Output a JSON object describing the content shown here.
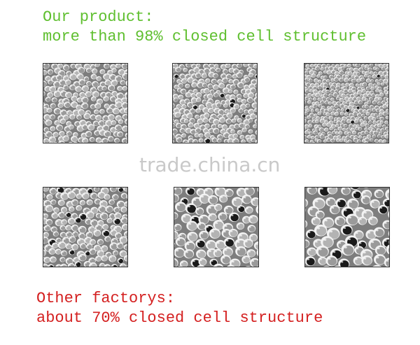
{
  "top_caption": {
    "line1": "Our product:",
    "line2": "more than 98% closed cell structure",
    "color": "#5fbf2f"
  },
  "bottom_caption": {
    "line1": "Other factorys:",
    "line2": "about 70% closed cell structure",
    "color": "#d42020"
  },
  "watermark": {
    "text": "trade.china.cn",
    "color": "#c9c9c9"
  },
  "samples": {
    "ours": [
      {
        "name": "foam-sample-ours-1"
      },
      {
        "name": "foam-sample-ours-2"
      },
      {
        "name": "foam-sample-ours-3"
      }
    ],
    "others": [
      {
        "name": "foam-sample-other-1"
      },
      {
        "name": "foam-sample-other-2"
      },
      {
        "name": "foam-sample-other-3"
      }
    ]
  }
}
